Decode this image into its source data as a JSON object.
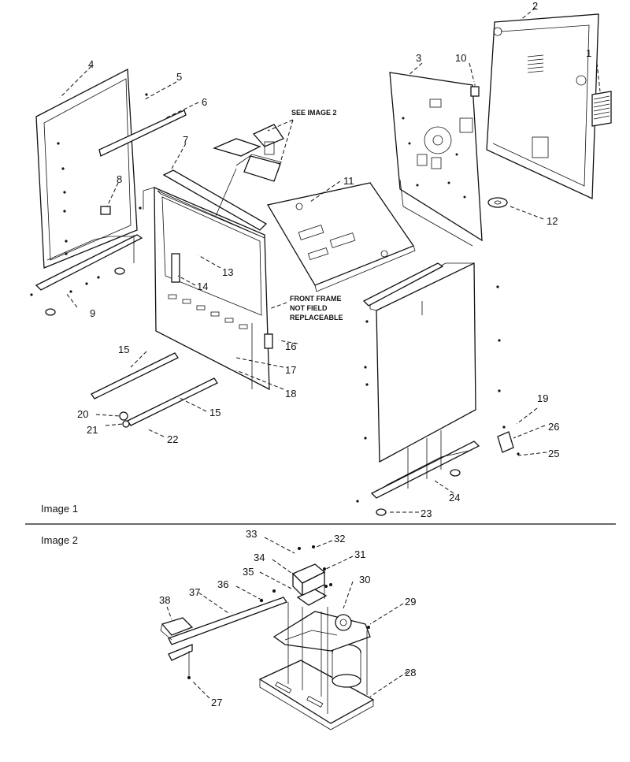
{
  "image1_label": "Image 1",
  "image2_label": "Image 2",
  "note_see_image": "SEE IMAGE 2",
  "note_front_frame": [
    "FRONT FRAME",
    "NOT FIELD",
    "REPLACEABLE"
  ],
  "callouts": {
    "c1": "1",
    "c2": "2",
    "c3": "3",
    "c4": "4",
    "c5": "5",
    "c6": "6",
    "c7": "7",
    "c8": "8",
    "c9": "9",
    "c10": "10",
    "c11": "11",
    "c12": "12",
    "c13": "13",
    "c14": "14",
    "c15a": "15",
    "c15b": "15",
    "c16": "16",
    "c17": "17",
    "c18": "18",
    "c19": "19",
    "c20": "20",
    "c21": "21",
    "c22": "22",
    "c23": "23",
    "c24": "24",
    "c25": "25",
    "c26": "26",
    "c27": "27",
    "c28": "28",
    "c29": "29",
    "c30": "30",
    "c31": "31",
    "c32": "32",
    "c33": "33",
    "c34": "34",
    "c35": "35",
    "c36": "36",
    "c37": "37",
    "c38": "38"
  }
}
